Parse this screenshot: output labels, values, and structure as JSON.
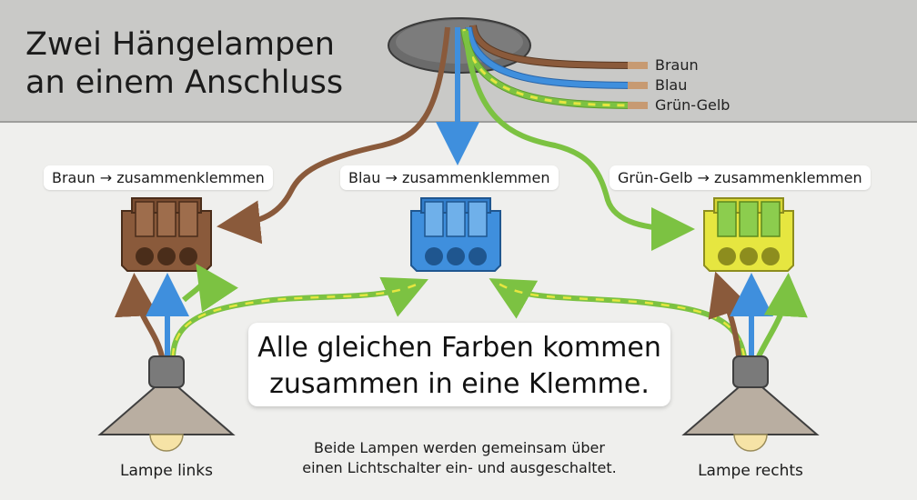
{
  "title": "Zwei Hängelampen\nan einem Anschluss",
  "wires": {
    "brown": "Braun",
    "blue": "Blau",
    "green_yellow": "Grün-Gelb"
  },
  "connectors": {
    "brown": "Braun → zusammenklemmen",
    "blue": "Blau → zusammenklemmen",
    "green_yellow": "Grün-Gelb → zusammenklemmen"
  },
  "callout": "Alle gleichen Farben kommen\nzusammen in eine Klemme.",
  "note": "Beide Lampen werden gemeinsam über\neinen Lichtschalter ein- und ausgeschaltet.",
  "lamps": {
    "left": "Lampe links",
    "right": "Lampe rechts"
  },
  "colors": {
    "brown": "#8a5a3b",
    "blue": "#3f8fdd",
    "green": "#7cc242",
    "yellow": "#e6e640",
    "ceiling": "#c9c9c7"
  }
}
